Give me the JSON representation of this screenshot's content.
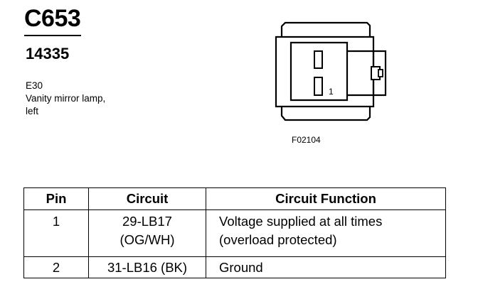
{
  "connector": {
    "id": "C653",
    "part_number": "14335"
  },
  "location": {
    "code": "E30",
    "description_line1": "Vanity mirror lamp,",
    "description_line2": "left"
  },
  "figure": {
    "code": "F02104",
    "pin_label": "1"
  },
  "table": {
    "headers": {
      "pin": "Pin",
      "circuit": "Circuit",
      "function": "Circuit Function"
    },
    "rows": [
      {
        "pin": "1",
        "circuit_line1": "29-LB17",
        "circuit_line2": "(OG/WH)",
        "function_line1": "Voltage supplied at all times",
        "function_line2": "(overload protected)"
      },
      {
        "pin": "2",
        "circuit_line1": "31-LB16 (BK)",
        "function_line1": "Ground"
      }
    ]
  }
}
